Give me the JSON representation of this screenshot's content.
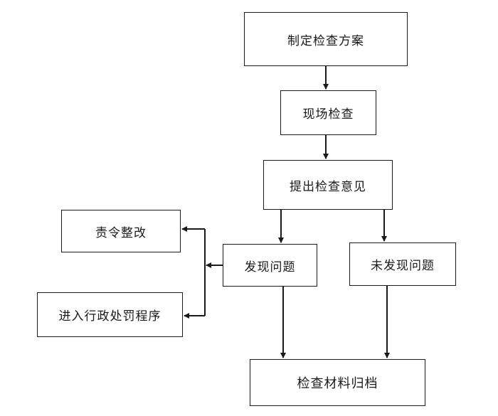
{
  "diagram": {
    "nodes": {
      "plan": "制定检查方案",
      "inspect": "现场检查",
      "opinion": "提出检查意见",
      "found": "发现问题",
      "not_found": "未发现问题",
      "rectify": "责令整改",
      "penalty": "进入行政处罚程序",
      "archive": "检查材料归档"
    },
    "edges": [
      [
        "plan",
        "inspect"
      ],
      [
        "inspect",
        "opinion"
      ],
      [
        "opinion",
        "found"
      ],
      [
        "opinion",
        "not_found"
      ],
      [
        "found",
        "rectify"
      ],
      [
        "found",
        "penalty"
      ],
      [
        "found",
        "archive"
      ],
      [
        "not_found",
        "archive"
      ]
    ],
    "colors": {
      "line": "#1a1a1a",
      "box_border": "#1a1a1a",
      "background": "#ffffff"
    }
  }
}
